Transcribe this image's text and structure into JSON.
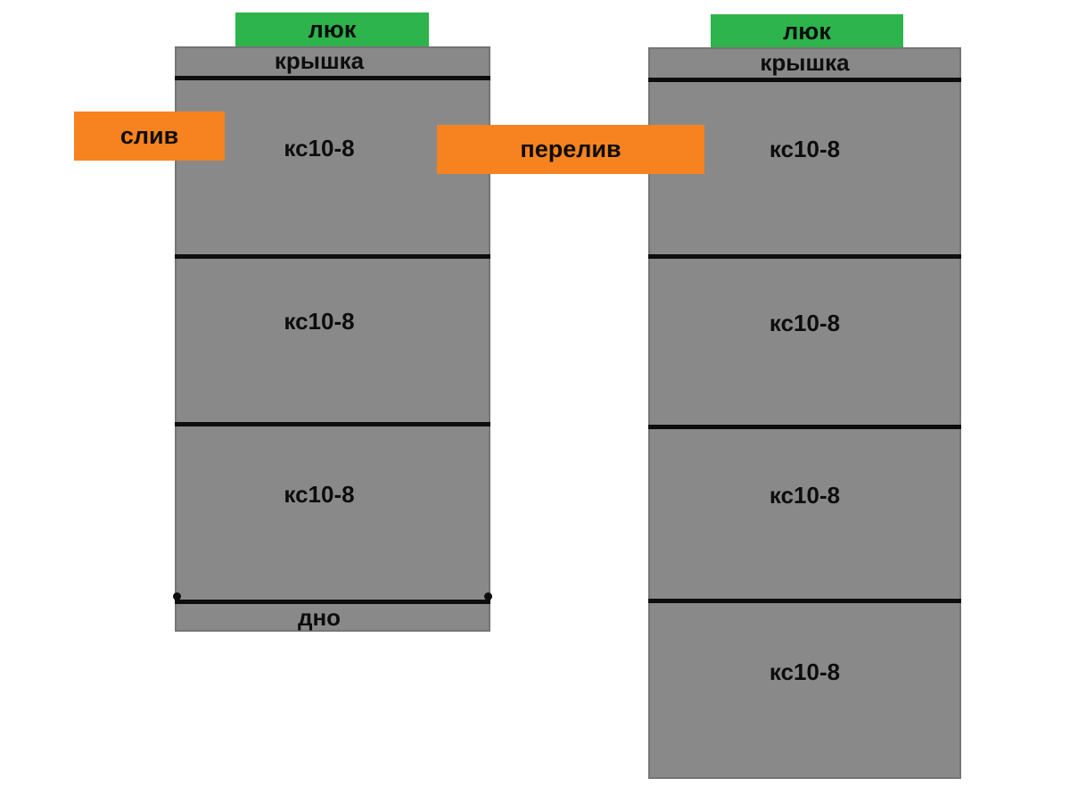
{
  "diagram": {
    "description": "two-chamber septic well made of concrete rings",
    "colors": {
      "ring_gray": "#898989",
      "hatch_green": "#2db44c",
      "callout_orange": "#f6831f",
      "line_black": "#0d0d0d",
      "background": "#ffffff"
    },
    "left_column": {
      "hatch": "люк",
      "cover": "крышка",
      "rings": [
        "кс10-8",
        "кс10-8",
        "кс10-8"
      ],
      "bottom": "дно"
    },
    "right_column": {
      "hatch": "люк",
      "cover": "крышка",
      "rings": [
        "кс10-8",
        "кс10-8",
        "кс10-8",
        "кс10-8"
      ]
    },
    "callouts": {
      "drain": "слив",
      "overflow": "перелив"
    }
  }
}
